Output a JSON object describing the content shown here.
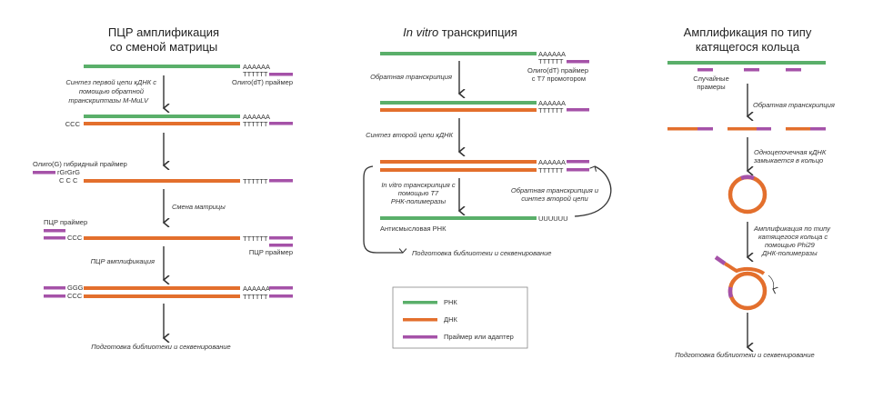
{
  "colors": {
    "rna": "#5aaf6a",
    "dna": "#e36f2d",
    "primer": "#a552a8",
    "arrow": "#333333"
  },
  "panel1": {
    "title_line1": "ПЦР амплификация",
    "title_line2": "со сменой матрицы",
    "polyA": "AAAAAA",
    "polyT": "TTTTTT",
    "oligo_dt_primer": "Олиго(dT) праймер",
    "step1_line1": "Синтез первой цепи кДНК с",
    "step1_line2": "помощью обратной",
    "step1_line3": "транскриптазы M-MuLV",
    "ccc": "CCC",
    "oligo_g_primer": "Олиго(G) гибридный праймер",
    "rgrgrg": "rGrGrG",
    "c_c_c": "C  C  C",
    "step2": "Смена матрицы",
    "pcr_primer_left": "ПЦР праймер",
    "pcr_primer_right": "ПЦР праймер",
    "step3": "ПЦР амплификация",
    "ggg": "GGG",
    "final": "Подготовка библиотеки и секвенирование"
  },
  "panel2": {
    "title_italic": "In vitro",
    "title_rest": " транскрипция",
    "polyA": "AAAAAA",
    "polyT": "TTTTTT",
    "primer_line1": "Олиго(dT) праймер",
    "primer_line2": "с T7 промотором",
    "step1": "Обратная транскрипция",
    "step2": "Синтез второй цепи кДНК",
    "step3_line1": "In vitro транскрипция с",
    "step3_line2": "помощью T7",
    "step3_line3": "РНК-полимеразы",
    "loop_line1": "Обратная транскрипция и",
    "loop_line2": "синтез второй цепи",
    "polyU": "UUUUUU",
    "antisense": "Антисмысловая РНК",
    "final": "Подготовка библиотеки и секвенирование"
  },
  "legend": {
    "items": [
      {
        "label": "РНК",
        "type": "rna"
      },
      {
        "label": "ДНК",
        "type": "dna"
      },
      {
        "label": "Праймер или адаптер",
        "type": "primer"
      }
    ]
  },
  "panel3": {
    "title_line1": "Амплификация по типу",
    "title_line2": "катящегося кольца",
    "random_primers_line1": "Случайные",
    "random_primers_line2": "прамеры",
    "step1": "Обратная транскрипция",
    "step2_line1": "Одноцепочечная кДНК",
    "step2_line2": "замыкается в кольцо",
    "step3_line1": "Амплификация по типу",
    "step3_line2": "катящегося кольца с",
    "step3_line3": "помощью Phi29",
    "step3_line4": "ДНК-полимеразы",
    "final": "Подготовка библиотеки и секвенирование"
  }
}
